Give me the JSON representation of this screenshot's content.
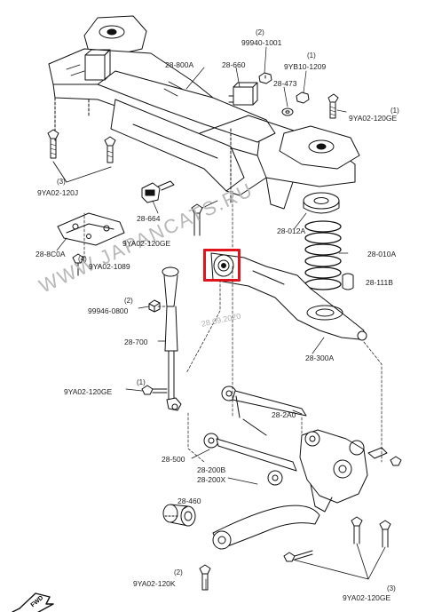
{
  "diagram": {
    "highlight_color": "#e0141c",
    "watermark": "WWW.JAPANCATS.RU",
    "date_stamp": "28.09.2020",
    "direction_label": "FWD",
    "labels": {
      "c28800A": "28-800A",
      "c28660": "28-660",
      "c99940": "99940-1001",
      "c9YB10": "9YB10-1209",
      "c28473": "28-473",
      "c9YA02_120GE_a": "9YA02-120GE",
      "c9YA02_120J": "9YA02-120J",
      "c28664": "28-664",
      "c9YA02_120GE_b": "9YA02-120GE",
      "c28012A": "28-012A",
      "c28010A": "28-010A",
      "c28111B": "28-111B",
      "c28C0A": "28-8C0A",
      "c9YA02_1089": "9YA02-1089",
      "c99946": "99946-0800",
      "c28700": "28-700",
      "c28300A": "28-300A",
      "c9YA02_120GE_c": "9YA02-120GE",
      "c282A0": "28-2A0",
      "c28500": "28-500",
      "c28200B": "28-200B",
      "c28200X": "28-200X",
      "c28460": "28-460",
      "c9YA02_120K": "9YA02-120K",
      "c9YA02_120GE_d": "9YA02-120GE"
    },
    "quantities": {
      "q99940": "(2)",
      "q9YB10": "(1)",
      "q120GE_a": "(1)",
      "q120J": "(3)",
      "q1089": "(4)",
      "q99946": "(2)",
      "q120GE_c": "(1)",
      "q120K": "(2)",
      "q120GE_d": "(3)"
    }
  }
}
